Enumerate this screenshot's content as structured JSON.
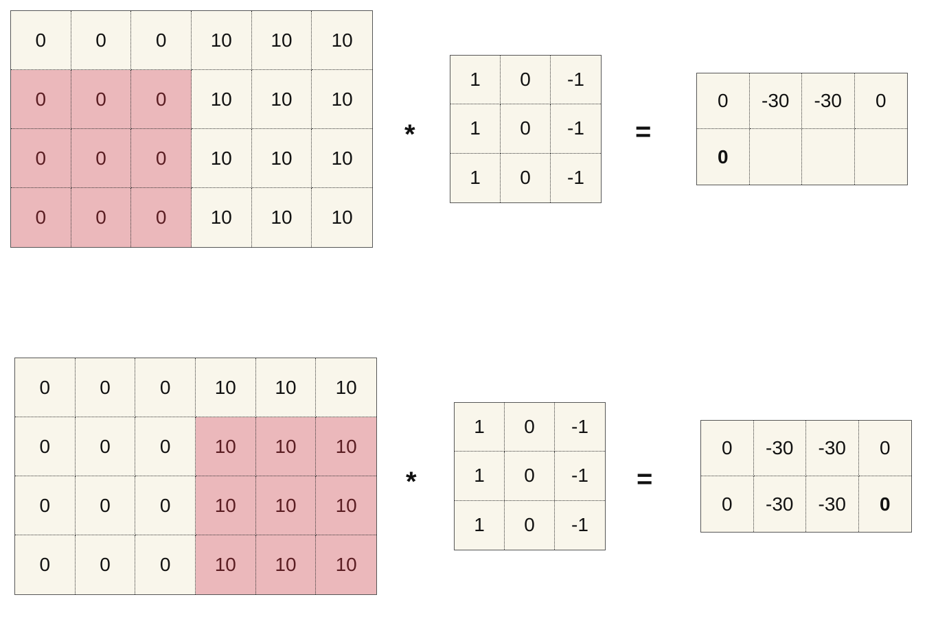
{
  "examples": [
    {
      "input": [
        [
          "0",
          "0",
          "0",
          "10",
          "10",
          "10"
        ],
        [
          "0",
          "0",
          "0",
          "10",
          "10",
          "10"
        ],
        [
          "0",
          "0",
          "0",
          "10",
          "10",
          "10"
        ],
        [
          "0",
          "0",
          "0",
          "10",
          "10",
          "10"
        ]
      ],
      "input_highlight": {
        "rows": [
          1,
          2,
          3
        ],
        "cols": [
          0,
          1,
          2
        ]
      },
      "operator_conv": "*",
      "filter": [
        [
          "1",
          "0",
          "-1"
        ],
        [
          "1",
          "0",
          "-1"
        ],
        [
          "1",
          "0",
          "-1"
        ]
      ],
      "operator_equals": "=",
      "output": [
        [
          "0",
          "-30",
          "-30",
          "0"
        ],
        [
          "0",
          "",
          "",
          ""
        ]
      ],
      "output_bold": {
        "row": 1,
        "col": 0
      }
    },
    {
      "input": [
        [
          "0",
          "0",
          "0",
          "10",
          "10",
          "10"
        ],
        [
          "0",
          "0",
          "0",
          "10",
          "10",
          "10"
        ],
        [
          "0",
          "0",
          "0",
          "10",
          "10",
          "10"
        ],
        [
          "0",
          "0",
          "0",
          "10",
          "10",
          "10"
        ]
      ],
      "input_highlight": {
        "rows": [
          1,
          2,
          3
        ],
        "cols": [
          3,
          4,
          5
        ]
      },
      "operator_conv": "*",
      "filter": [
        [
          "1",
          "0",
          "-1"
        ],
        [
          "1",
          "0",
          "-1"
        ],
        [
          "1",
          "0",
          "-1"
        ]
      ],
      "operator_equals": "=",
      "output": [
        [
          "0",
          "-30",
          "-30",
          "0"
        ],
        [
          "0",
          "-30",
          "-30",
          "0"
        ]
      ],
      "output_bold": {
        "row": 1,
        "col": 3
      }
    }
  ],
  "colors": {
    "cell_background": "#f9f6eb",
    "highlight_background": "#ebb8bb",
    "highlight_text": "#5a1d22"
  }
}
